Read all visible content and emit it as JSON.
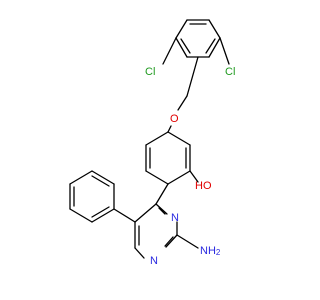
{
  "molecule": {
    "atoms": {
      "cl_left": "Cl",
      "cl_right": "Cl",
      "o_ether": "O",
      "oh": "HO",
      "n_ring_top": "N",
      "n_ring_bottom": "N",
      "nh2_main": "NH",
      "nh2_sub": "2"
    },
    "colors": {
      "bond": "#000000",
      "chlorine": "#1f9a1f",
      "oxygen": "#e00000",
      "nitrogen": "#2a2ae0"
    }
  }
}
